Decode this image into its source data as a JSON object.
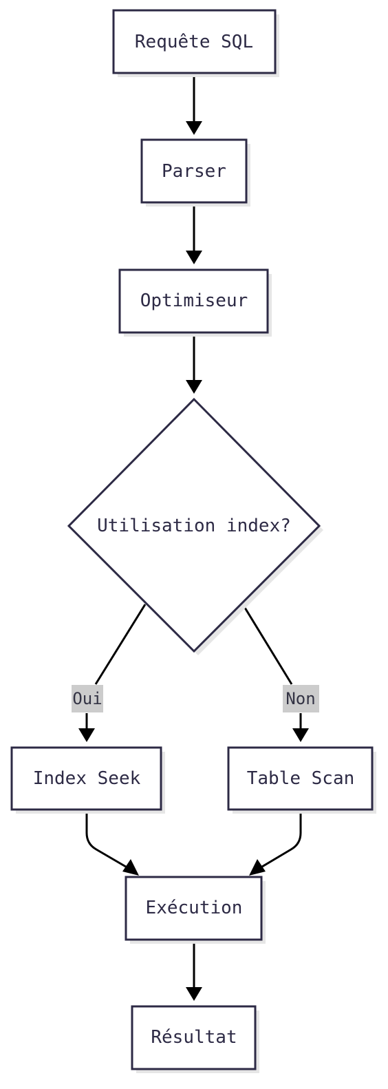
{
  "nodes": {
    "request": "Requête SQL",
    "parser": "Parser",
    "optimizer": "Optimiseur",
    "decision": "Utilisation index?",
    "index_seek": "Index Seek",
    "table_scan": "Table Scan",
    "execution": "Exécution",
    "result": "Résultat"
  },
  "edges": {
    "yes_label": "Oui",
    "no_label": "Non"
  }
}
